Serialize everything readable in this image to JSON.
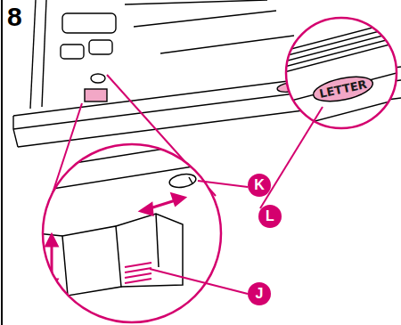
{
  "diagram": {
    "labels": [
      "8",
      "LETTER",
      "K",
      "J",
      "L"
    ]
  }
}
